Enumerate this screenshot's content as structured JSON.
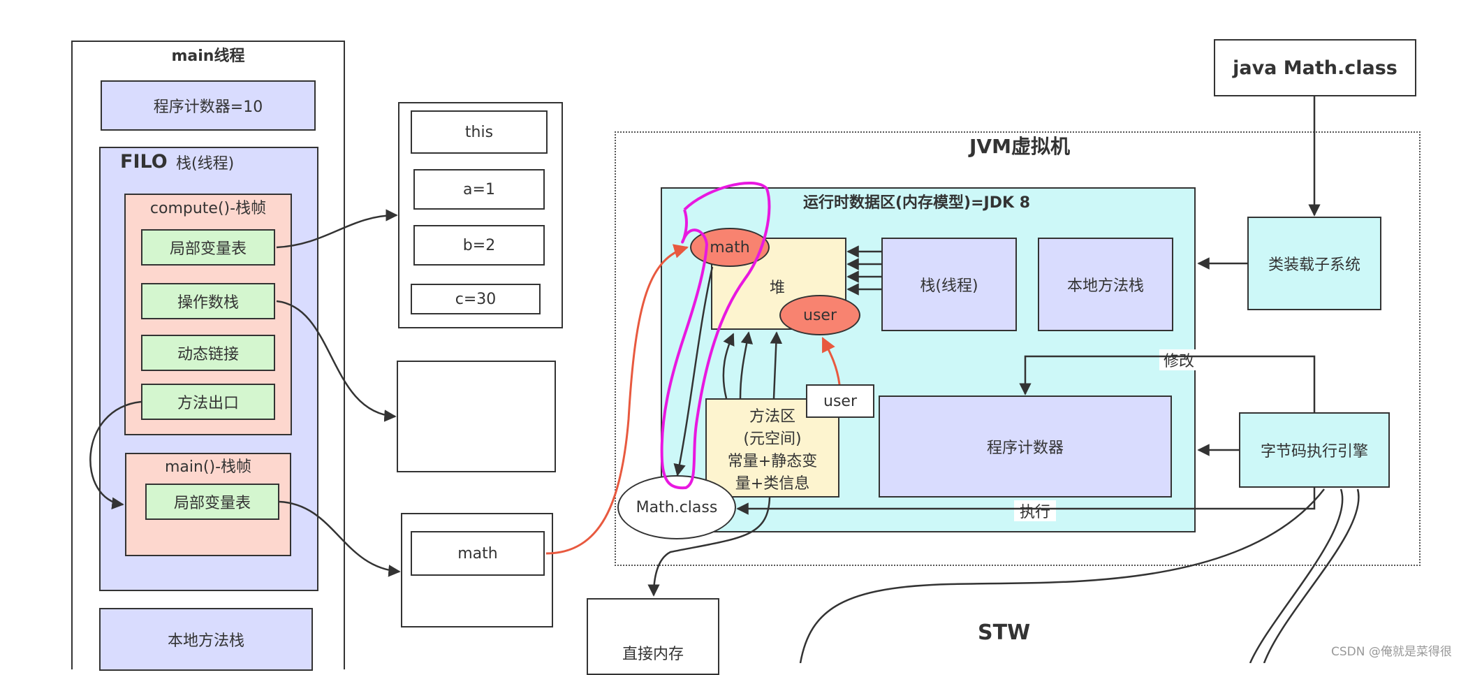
{
  "main_thread": {
    "title": "main线程",
    "program_counter": "程序计数器=10",
    "stack_title_bold": "FILO",
    "stack_title": "栈(线程)",
    "compute_frame": {
      "title": "compute()-栈帧",
      "items": [
        "局部变量表",
        "操作数栈",
        "动态链接",
        "方法出口"
      ]
    },
    "main_frame": {
      "title": "main()-栈帧",
      "items": [
        "局部变量表"
      ]
    },
    "native_stack": "本地方法栈"
  },
  "local_vars": [
    "this",
    "a=1",
    "b=2",
    "c=30"
  ],
  "main_local": "math",
  "direct_memory": "直接内存",
  "jvm": {
    "title": "JVM虚拟机",
    "runtime_area_title": "运行时数据区(内存模型)=JDK 8",
    "heap_label": "堆",
    "heap_objects": [
      "math",
      "user"
    ],
    "stack": "栈(线程)",
    "native_stack": "本地方法栈",
    "method_area": [
      "方法区",
      "(元空间)",
      "常量+静态变",
      "量+类信息"
    ],
    "user_ref": "user",
    "program_counter": "程序计数器",
    "math_class": "Math.class"
  },
  "class_loader": "类装载子系统",
  "bytecode_engine": "字节码执行引擎",
  "java_class": "java Math.class",
  "modify_label": "修改",
  "execute_label": "执行",
  "stw_label": "STW",
  "watermark": "CSDN @俺就是菜得很",
  "colors": {
    "annotation": "#e818e0",
    "red_arrow": "#e8593f"
  }
}
